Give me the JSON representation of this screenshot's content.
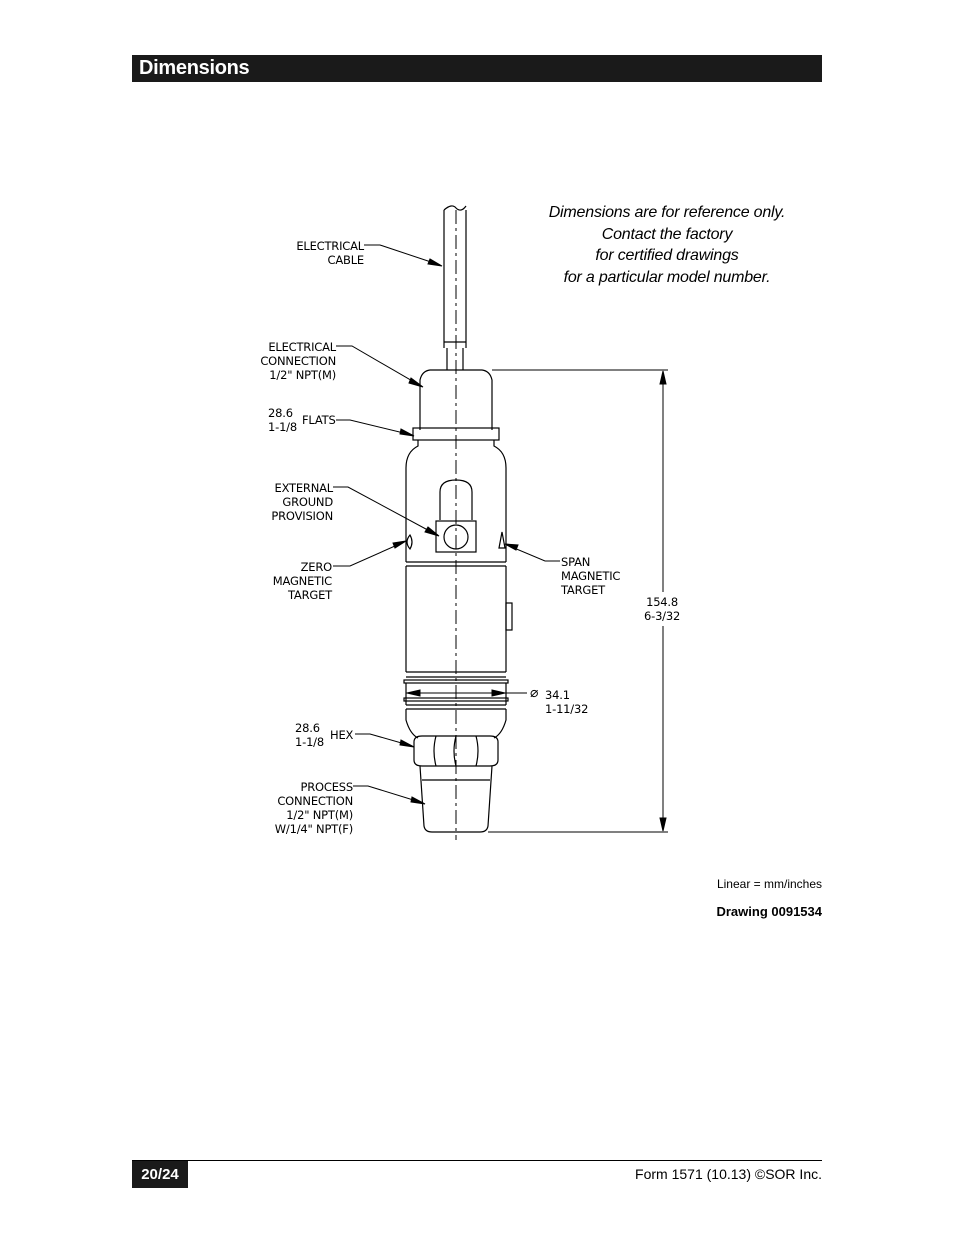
{
  "header": {
    "title": "Dimensions"
  },
  "note": {
    "lines": [
      "Dimensions are for reference only.",
      "Contact the factory",
      "for certified drawings",
      "for a particular model number."
    ]
  },
  "callouts": {
    "electrical_cable": [
      "ELECTRICAL",
      "CABLE"
    ],
    "electrical_connection": [
      "ELECTRICAL",
      "CONNECTION",
      "1/2\" NPT(M)"
    ],
    "flats_dim": [
      "28.6",
      "1-1/8"
    ],
    "flats": "FLATS",
    "external_ground": [
      "EXTERNAL",
      "GROUND",
      "PROVISION"
    ],
    "zero_target": [
      "ZERO",
      "MAGNETIC",
      "TARGET"
    ],
    "span_target": [
      "SPAN",
      "MAGNETIC",
      "TARGET"
    ],
    "overall_length": [
      "154.8",
      "6-3/32"
    ],
    "diameter_symbol": "⌀",
    "diameter": [
      "34.1",
      "1-11/32"
    ],
    "hex_dim": [
      "28.6",
      "1-1/8"
    ],
    "hex": "HEX",
    "process_connection": [
      "PROCESS",
      "CONNECTION",
      "1/2\" NPT(M)",
      "W/1/4\" NPT(F)"
    ]
  },
  "units_note": "Linear = mm/inches",
  "drawing_number": "Drawing 0091534",
  "footer": {
    "page": "20/24",
    "form": "Form 1571 (10.13) ©SOR Inc."
  }
}
